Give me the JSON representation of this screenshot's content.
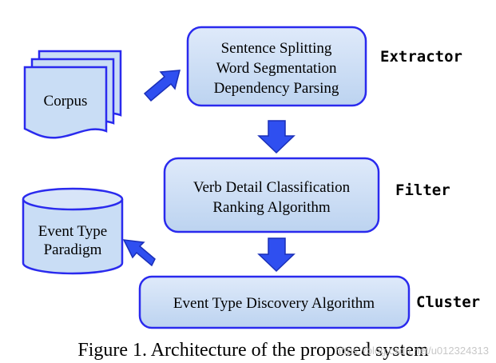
{
  "extractor": {
    "lines": [
      "Sentence Splitting",
      "Word Segmentation",
      "Dependency Parsing"
    ],
    "label": "Extractor"
  },
  "filter": {
    "lines": [
      "Verb Detail Classification",
      "Ranking Algorithm"
    ],
    "label": "Filter"
  },
  "cluster": {
    "lines": [
      "Event Type Discovery Algorithm"
    ],
    "label": "Cluster"
  },
  "corpus": {
    "label": "Corpus"
  },
  "paradigm": {
    "lines": [
      "Event Type",
      "Paradigm"
    ]
  },
  "caption": "Figure 1. Architecture of the proposed system",
  "watermark": "https://blog.csdn.net/u012324313",
  "colors": {
    "box_fill": "#c9ddf5",
    "box_stroke": "#2a2aee",
    "arrow_fill": "#2f4ff0",
    "arrow_stroke": "#1a2fb8"
  }
}
